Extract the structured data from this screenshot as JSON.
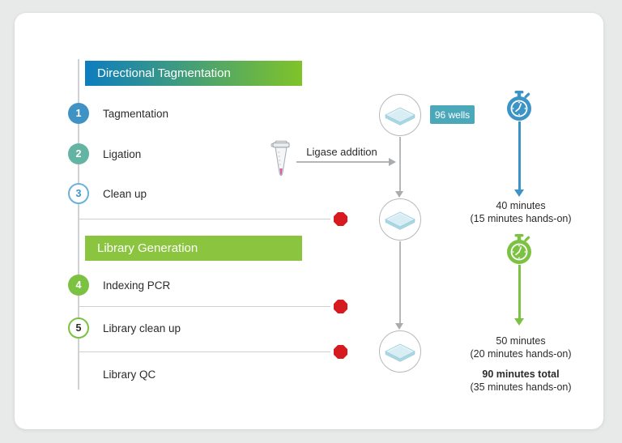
{
  "sections": [
    {
      "title": "Directional Tagmentation",
      "steps": [
        {
          "number": "1",
          "label": "Tagmentation"
        },
        {
          "number": "2",
          "label": "Ligation"
        },
        {
          "number": "3",
          "label": "Clean up"
        }
      ],
      "timer": {
        "duration": "40 minutes",
        "hands_on": "(15 minutes hands-on)"
      }
    },
    {
      "title": "Library Generation",
      "steps": [
        {
          "number": "4",
          "label": "Indexing PCR"
        },
        {
          "number": "5",
          "label": "Library clean up"
        },
        {
          "number": "",
          "label": "Library QC"
        }
      ],
      "timer": {
        "duration": "50 minutes",
        "hands_on": "(20 minutes hands-on)"
      }
    }
  ],
  "total": {
    "duration": "90 minutes total",
    "hands_on": "(35 minutes hands-on)"
  },
  "annotations": {
    "ligase_addition": "Ligase addition",
    "wells_badge": "96 wells"
  },
  "icons": {
    "plate": "microplate-icon",
    "tube": "microcentrifuge-tube-icon",
    "stopwatch": "stopwatch-icon",
    "stop": "stop-octagon-icon"
  },
  "colors": {
    "step_blue": "#3e93c4",
    "step_teal": "#64b4a4",
    "step_green": "#7cc242",
    "header_gradient_start": "#0d7dc0",
    "header_gradient_end": "#80c329",
    "header_green": "#8bc540",
    "badge_teal": "#4aa8b9",
    "stop_red": "#d71920",
    "timer_blue": "#3b93c6",
    "timer_green": "#7cc242"
  }
}
